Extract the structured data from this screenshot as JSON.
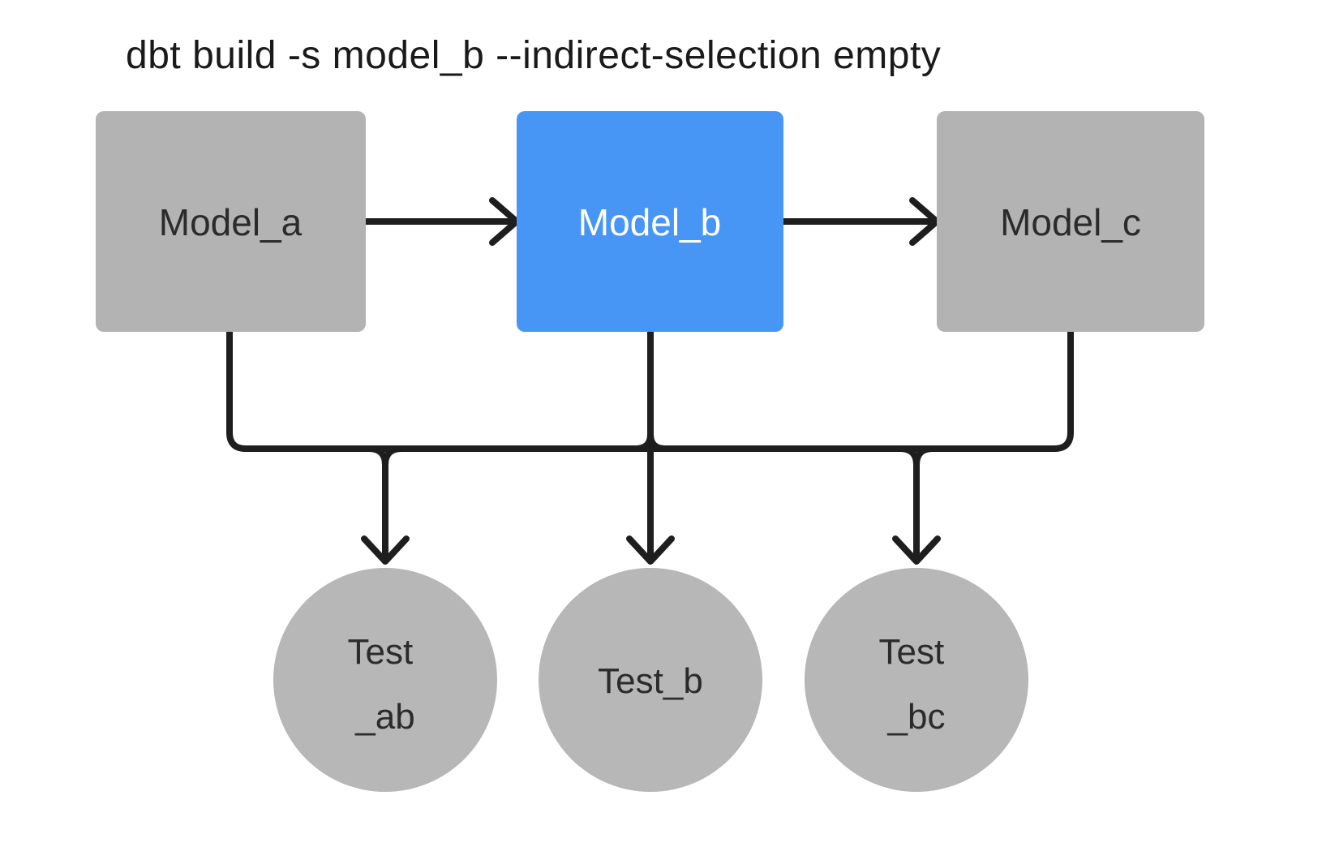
{
  "title": "dbt build -s model_b --indirect-selection empty",
  "colors": {
    "background": "#ffffff",
    "model_gray": "#b3b3b3",
    "model_selected_blue": "#4796f6",
    "test_gray": "#b7b7b7",
    "edge_line": "#1e1e1e",
    "title_text": "#1a1a1a",
    "node_text_dark": "#2b2b2b",
    "node_text_light": "#ffffff"
  },
  "models": [
    {
      "id": "model_a",
      "label": "Model_a",
      "selected": false
    },
    {
      "id": "model_b",
      "label": "Model_b",
      "selected": true
    },
    {
      "id": "model_c",
      "label": "Model_c",
      "selected": false
    }
  ],
  "tests": [
    {
      "id": "test_ab",
      "label_line1": "Test",
      "label_line2": "_ab"
    },
    {
      "id": "test_b",
      "label_line1": "Test_b",
      "label_line2": ""
    },
    {
      "id": "test_bc",
      "label_line1": "Test",
      "label_line2": "_bc"
    }
  ],
  "edges": [
    {
      "from": "model_a",
      "to": "model_b"
    },
    {
      "from": "model_b",
      "to": "model_c"
    },
    {
      "from": "model_a",
      "to": "test_ab"
    },
    {
      "from": "model_b",
      "to": "test_ab"
    },
    {
      "from": "model_b",
      "to": "test_b"
    },
    {
      "from": "model_b",
      "to": "test_bc"
    },
    {
      "from": "model_c",
      "to": "test_bc"
    }
  ]
}
